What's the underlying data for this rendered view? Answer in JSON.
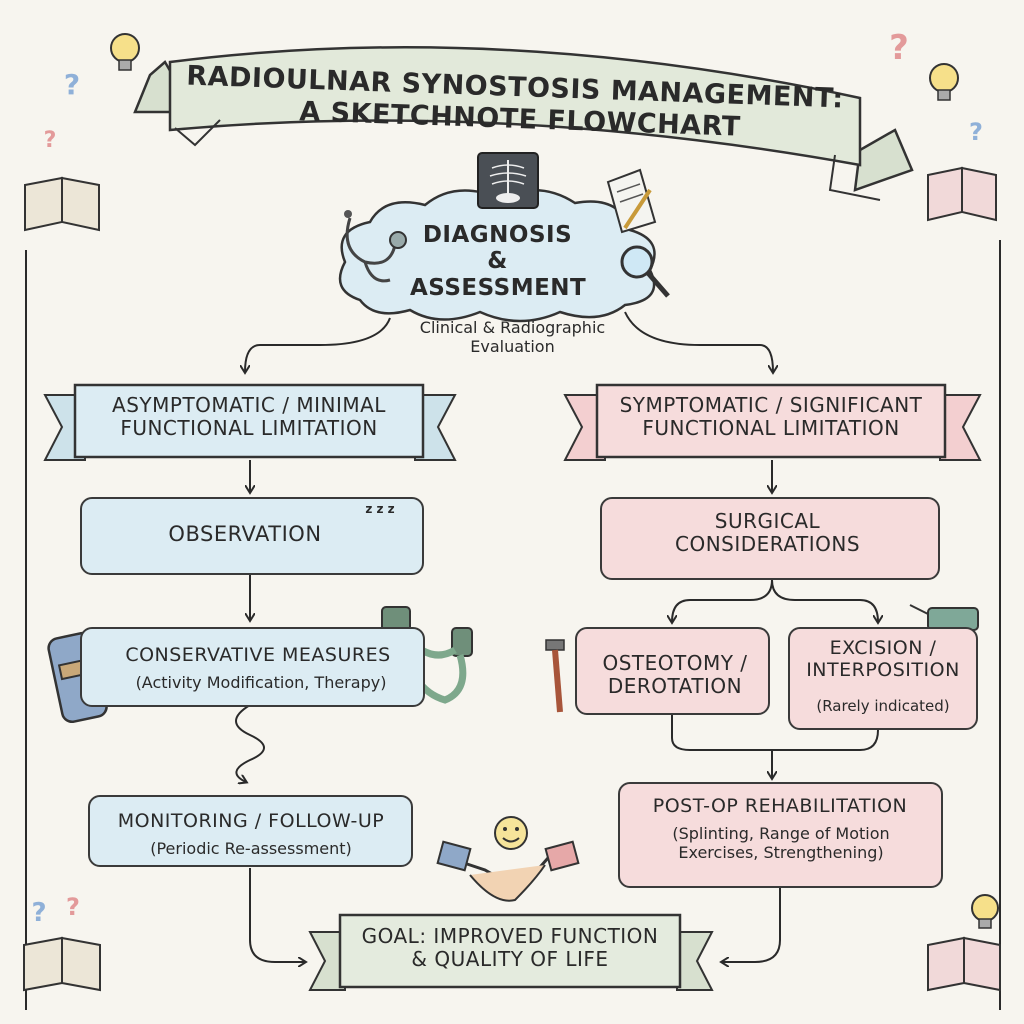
{
  "title": {
    "line1": "Radioulnar Synostosis Management:",
    "line2": "A Sketchnote Flowchart"
  },
  "nodes": {
    "diagnosis": "Diagnosis & Assessment",
    "evaluation": "Clinical & Radiographic Evaluation",
    "left_banner": "Asymptomatic / Minimal Functional Limitation",
    "right_banner": "Symptomatic / Significant Functional Limitation",
    "observation": "Observation",
    "conservative": {
      "title": "Conservative Measures",
      "detail": "(Activity Modification, Therapy)"
    },
    "monitoring": {
      "title": "Monitoring / Follow-Up",
      "detail": "(Periodic Re-assessment)"
    },
    "surgical": "Surgical Considerations",
    "osteotomy": "Osteotomy / Derotation",
    "excision": {
      "title": "Excision / Interposition",
      "detail": "(Rarely indicated)"
    },
    "postop": {
      "title": "Post-Op Rehabilitation",
      "detail": "(Splinting, Range of Motion Exercises, Strengthening)"
    },
    "goal": "Goal: Improved Function & Quality of Life"
  },
  "icons": {
    "zzz": "z z z",
    "question_mark": "?"
  },
  "colors": {
    "blue": "#dcecf3",
    "pink": "#f6dcdc",
    "sage": "#e4ebde",
    "ink": "#2a2a2a"
  }
}
